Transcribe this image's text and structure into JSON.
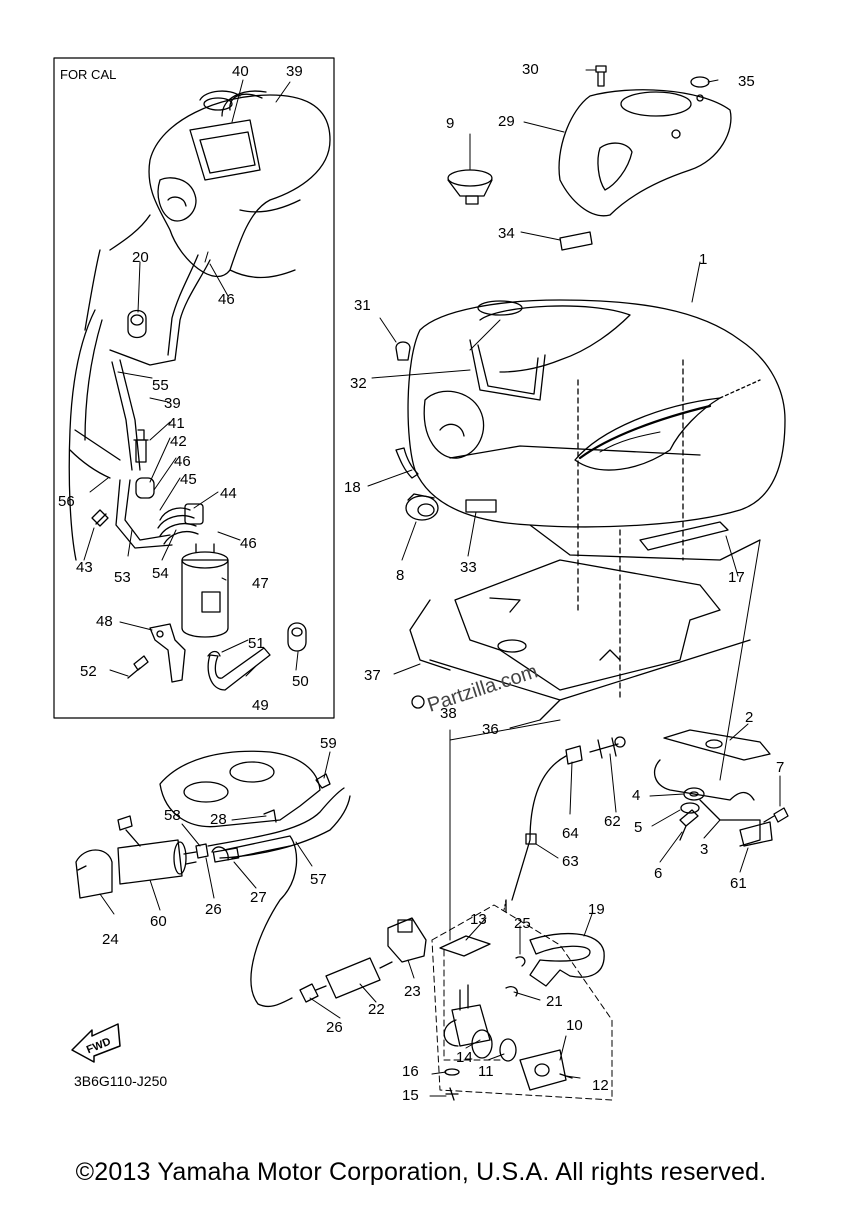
{
  "inset_title": "FOR CAL",
  "diagram_code": "3B6G110-J250",
  "fwd_label": "FWD",
  "watermark": "Partzilla.com",
  "copyright": "©2013 Yamaha Motor Corporation, U.S.A. All rights reserved.",
  "callouts": [
    "1",
    "2",
    "3",
    "4",
    "5",
    "6",
    "7",
    "8",
    "9",
    "10",
    "11",
    "12",
    "13",
    "14",
    "15",
    "16",
    "17",
    "18",
    "19",
    "20",
    "21",
    "22",
    "23",
    "24",
    "25",
    "26",
    "27",
    "28",
    "29",
    "30",
    "31",
    "32",
    "33",
    "34",
    "35",
    "36",
    "37",
    "38",
    "39",
    "40",
    "41",
    "42",
    "43",
    "44",
    "45",
    "46",
    "47",
    "48",
    "49",
    "50",
    "51",
    "52",
    "53",
    "54",
    "55",
    "56",
    "57",
    "58",
    "59",
    "60",
    "61",
    "62",
    "63",
    "64"
  ]
}
